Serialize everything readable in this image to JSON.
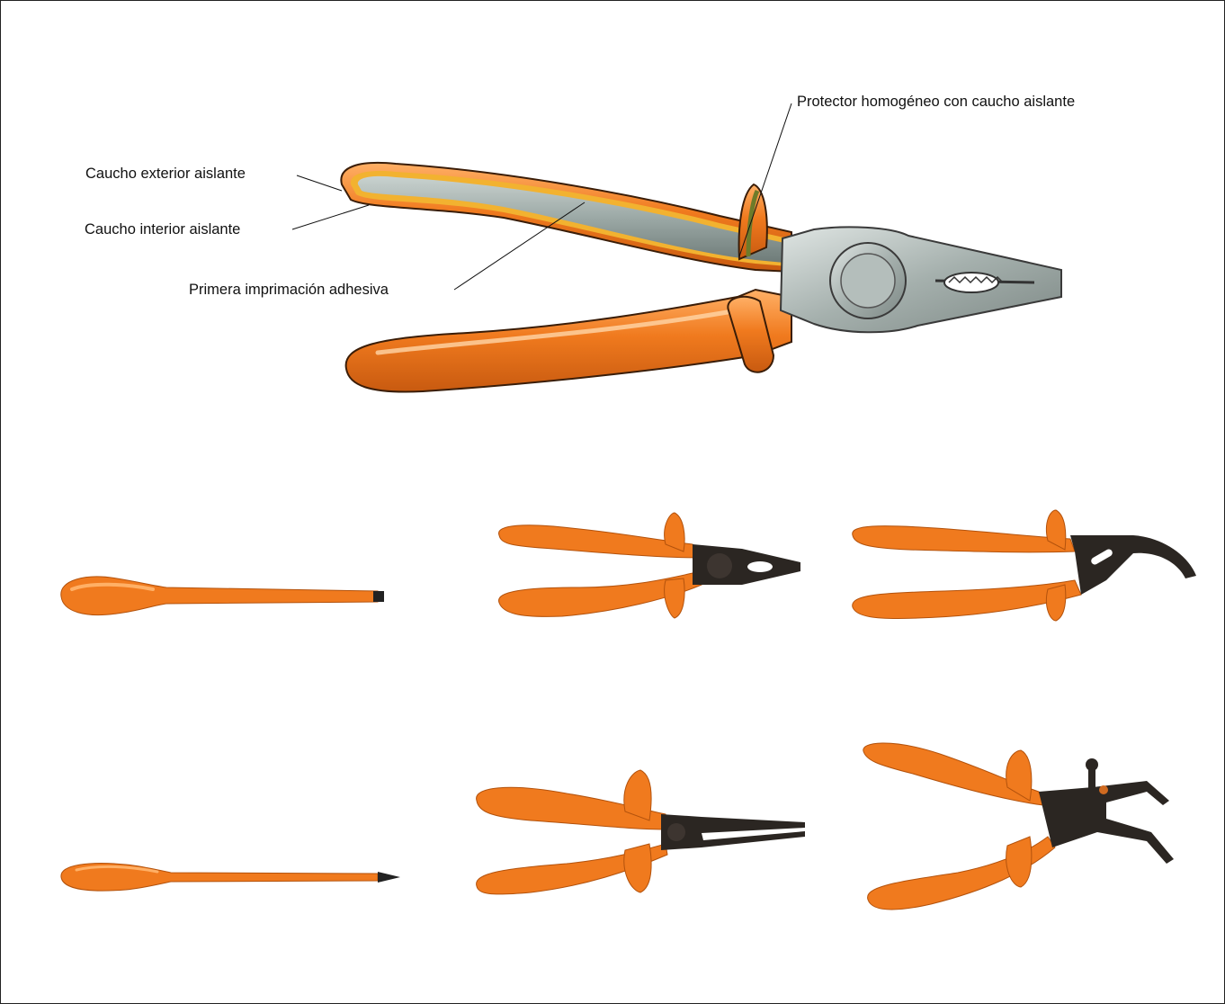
{
  "callouts": {
    "outer_rubber": "Caucho exterior aislante",
    "inner_rubber": "Caucho interior aislante",
    "primer": "Primera imprimación adhesiva",
    "protector": "Protector homogéneo con caucho aislante"
  },
  "colors": {
    "insulation_orange": "#f07a1e",
    "insulation_light": "#ffb066",
    "inner_layer_yellow": "#f2b230",
    "metal_grey": "#9aa7a4",
    "steel_dark": "#2b2622",
    "border": "#222222"
  },
  "tools": [
    {
      "icon": "insulated-flat-screwdriver-icon"
    },
    {
      "icon": "insulated-combination-pliers-icon"
    },
    {
      "icon": "insulated-water-pump-pliers-icon"
    },
    {
      "icon": "insulated-phillips-screwdriver-icon"
    },
    {
      "icon": "insulated-long-nose-pliers-icon"
    },
    {
      "icon": "insulated-wire-stripper-icon"
    }
  ]
}
